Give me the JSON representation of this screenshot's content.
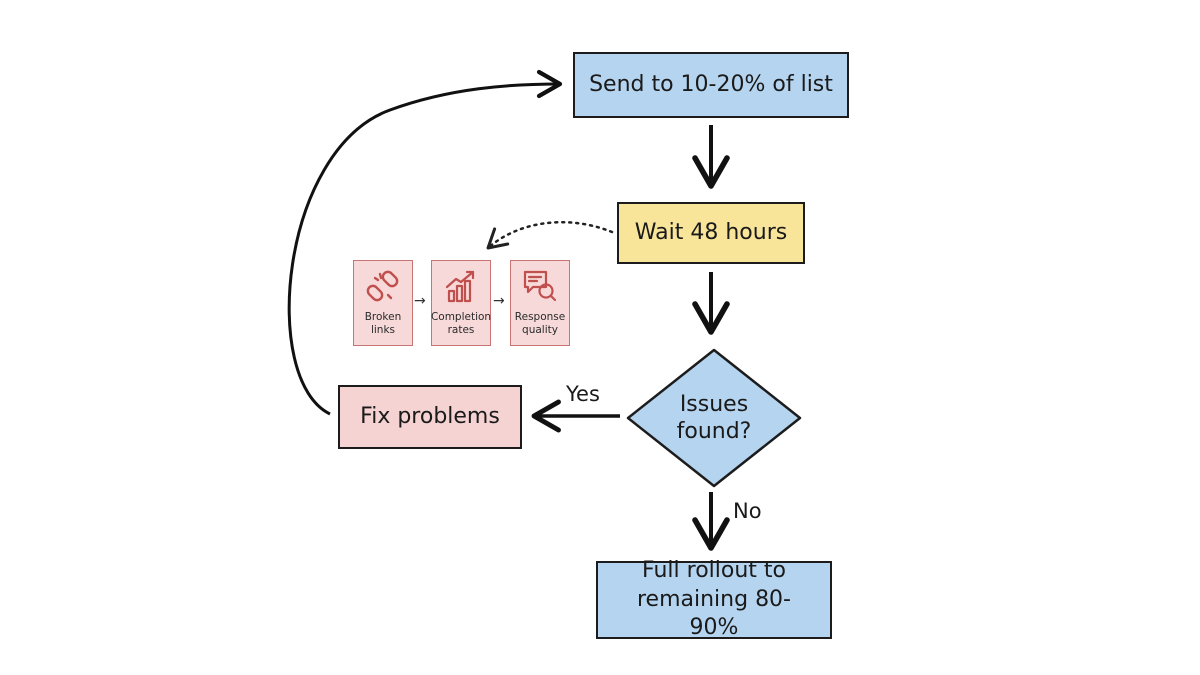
{
  "nodes": {
    "send": "Send to 10-20% of list",
    "wait": "Wait 48 hours",
    "decision": "Issues found?",
    "fix": "Fix problems",
    "rollout": "Full rollout to remaining 80-90%"
  },
  "edge_labels": {
    "yes": "Yes",
    "no": "No"
  },
  "checks": [
    {
      "label": "Broken links",
      "icon": "broken-link-icon"
    },
    {
      "label": "Completion rates",
      "icon": "chart-up-icon"
    },
    {
      "label": "Response quality",
      "icon": "magnifier-document-icon"
    }
  ],
  "colors": {
    "blue": "#b5d4ef",
    "yellow": "#f8e59a",
    "pink": "#f6d3d3",
    "card_border": "#c97474",
    "icon": "#c0504d"
  }
}
